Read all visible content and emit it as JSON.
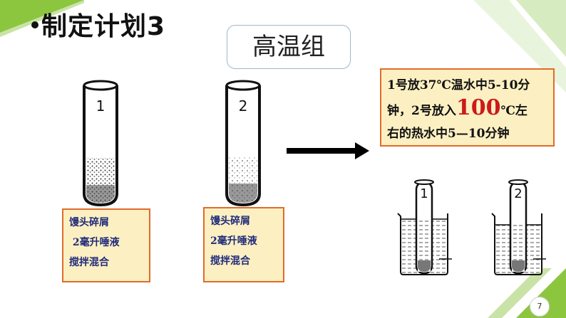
{
  "slide": {
    "title": "制定计划3",
    "group_label": "高温组",
    "page_number": "7"
  },
  "note": {
    "line1": "1号放37℃温水中5-10分",
    "line2_pre": "钟，2号放入",
    "line2_big": "100",
    "line2_post": "℃左",
    "line3": "右的热水中5—10分钟"
  },
  "tubes": [
    {
      "number": "1",
      "contents": [
        "馒头碎屑",
        " 2毫升唾液",
        "搅拌混合"
      ]
    },
    {
      "number": "2",
      "contents": [
        "馒头碎屑",
        "2毫升唾液",
        "搅拌混合"
      ]
    }
  ],
  "beakers": [
    {
      "number": "1"
    },
    {
      "number": "2"
    }
  ],
  "colors": {
    "box_fill": "#fcf0c2",
    "box_border": "#e06b2b",
    "label_text": "#1f2a7a",
    "highlight_red": "#cc1a1a",
    "accent_green": "#8cc63f"
  }
}
